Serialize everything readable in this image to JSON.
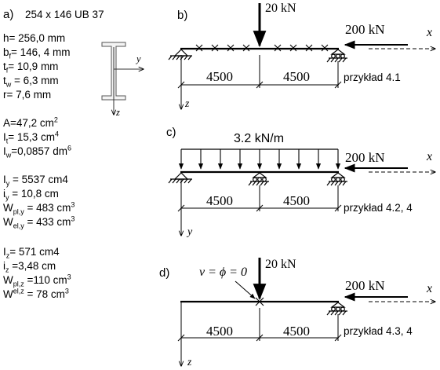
{
  "section": {
    "label": "a)",
    "title": "254 x 146 UB 37",
    "props1": [
      {
        "sym": "h",
        "sub": "",
        "val": "= 256,0 mm"
      },
      {
        "sym": "b",
        "sub": "f",
        "val": "= 146, 4 mm"
      },
      {
        "sym": "t",
        "sub": "f",
        "val": "= 10,9 mm"
      },
      {
        "sym": "t",
        "sub": "w",
        "val": " = 6,3 mm"
      },
      {
        "sym": "r",
        "sub": "",
        "val": "= 7,6 mm"
      }
    ],
    "axis_y": "y",
    "axis_z": "z",
    "props2": [
      {
        "pre": "A=47,2 cm",
        "sup": "2"
      },
      {
        "pre": "I",
        "sub": "t",
        "mid": "= 15,3 cm",
        "sup": "4"
      },
      {
        "pre": "I",
        "sub": "w",
        "mid": "=0,0857 dm",
        "sup": "6"
      }
    ],
    "props3": [
      {
        "pre": "I",
        "sub": "y",
        "mid": " = 5537 cm4"
      },
      {
        "pre": "i",
        "sub": "y",
        "mid": " = 10,8 cm"
      },
      {
        "pre": "W",
        "sub": "pl,y",
        "mid": " = 483 cm",
        "sup": "3"
      },
      {
        "pre": "W",
        "sub": "el,y",
        "mid": " = 433 cm",
        "sup": "3"
      }
    ],
    "props4": [
      {
        "pre": "I",
        "sub": "z",
        "mid": "= 571  cm4"
      },
      {
        "pre": "i",
        "sub": "z",
        "mid": " =3,48 cm"
      },
      {
        "pre": "W",
        "sub": "pl,z",
        "mid": " =110 cm",
        "sup": "3"
      },
      {
        "pre": "W",
        "supmid": "el,z",
        "mid": " = 78 cm",
        "sup": "3"
      }
    ]
  },
  "diagram_b": {
    "label": "b)",
    "point_load": "20 kN",
    "axial_load": "200 kN",
    "axis_x": "x",
    "axis_z": "z",
    "span1": "4500",
    "span2": "4500",
    "example": "przykład  4.1"
  },
  "diagram_c": {
    "label": "c)",
    "distributed_load": "3.2 kN/m",
    "axial_load": "200 kN",
    "axis_x": "x",
    "axis_y": "y",
    "span1": "4500",
    "span2": "4500",
    "example": "przykład  4.2, 4"
  },
  "diagram_d": {
    "label": "d)",
    "constraint": "v = ϕ = 0",
    "point_load": "20 kN",
    "axial_load": "200 kN",
    "axis_x": "x",
    "axis_z": "z",
    "span1": "4500",
    "span2": "4500",
    "example": "przykład  4.3, 4"
  }
}
